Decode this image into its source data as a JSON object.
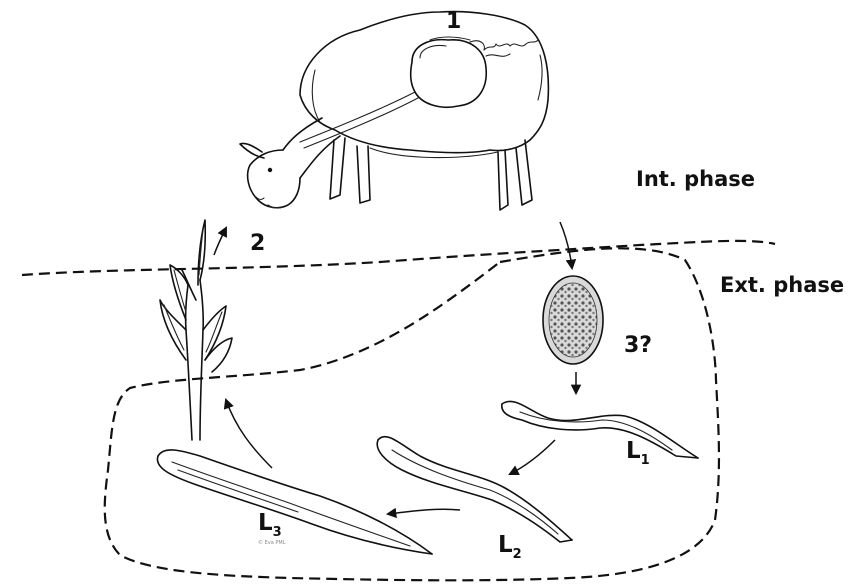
{
  "labels": {
    "step_1": "1",
    "step_2": "2",
    "step_3": "3?",
    "int_phase": "Int. phase",
    "ext_phase": "Ext. phase",
    "larva_l1_letter": "L",
    "larva_l1_sub": "1",
    "larva_l2_letter": "L",
    "larva_l2_sub": "2",
    "larva_l3_letter": "L",
    "larva_l3_sub": "3",
    "copyright": "© Eva PML"
  },
  "colors": {
    "ink": "#111111",
    "egg_fill": "#d9d9d9",
    "background": "#ffffff"
  }
}
